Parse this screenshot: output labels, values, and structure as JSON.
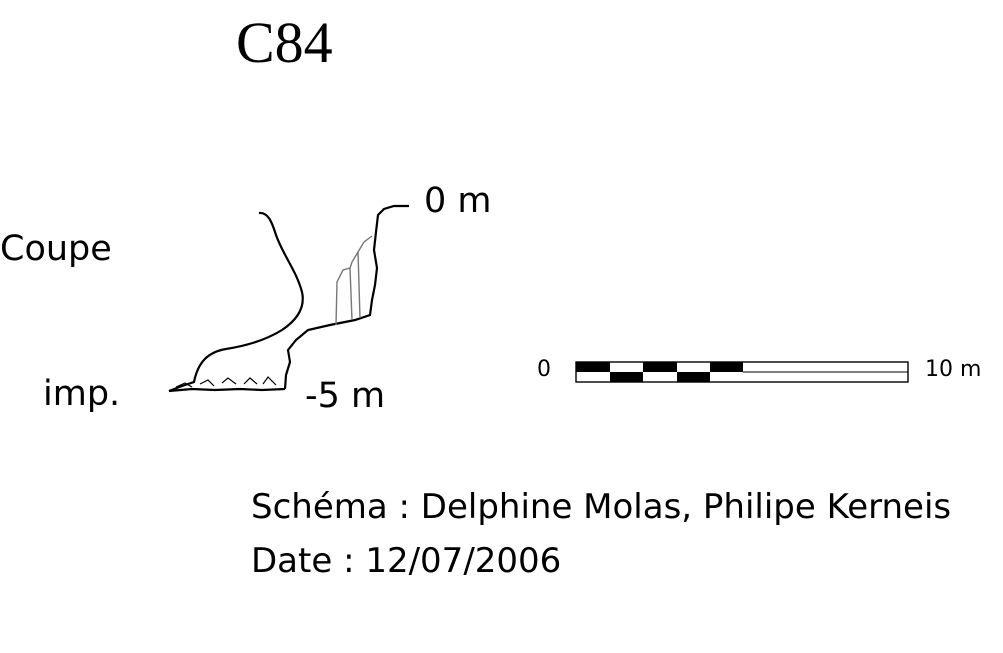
{
  "title": "C84",
  "section_label": "Coupe",
  "impasse_label": "imp.",
  "depth_top": "0 m",
  "depth_bottom": "-5 m",
  "scale_bar": {
    "min_label": "0",
    "max_label": "10 m",
    "segments": 10
  },
  "credits": {
    "schema": "Schéma : Delphine Molas, Philipe Kerneis",
    "date": "Date : 12/07/2006"
  }
}
